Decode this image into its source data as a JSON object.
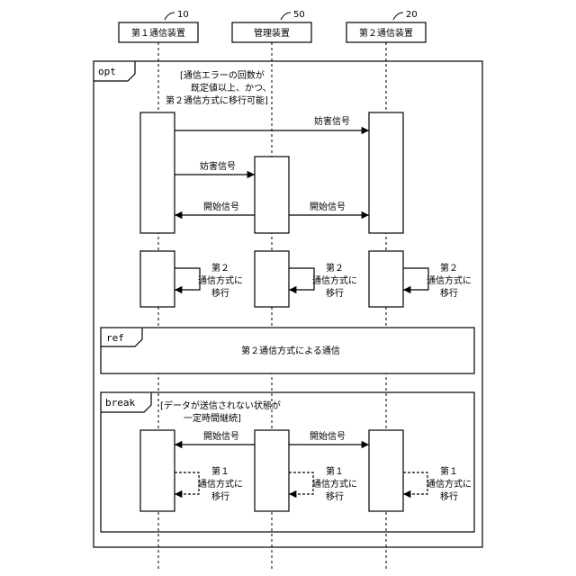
{
  "participants": [
    {
      "id": "p1",
      "label": "第１通信装置",
      "ref": "10"
    },
    {
      "id": "p2",
      "label": "管理装置",
      "ref": "50"
    },
    {
      "id": "p3",
      "label": "第２通信装置",
      "ref": "20"
    }
  ],
  "fragments": {
    "opt": {
      "op": "opt",
      "guard": [
        "[通信エラーの回数が",
        "既定値以上、かつ、",
        "第２通信方式に移行可能]"
      ]
    },
    "ref": {
      "op": "ref",
      "text": "第２通信方式による通信"
    },
    "break": {
      "op": "break",
      "guard": [
        "[データが送信されない状態が",
        "一定時間継続]"
      ]
    }
  },
  "messages": {
    "interference": "妨害信号",
    "start": "開始信号"
  },
  "self_calls": {
    "second": [
      "第２",
      "通信方式に",
      "移行"
    ],
    "first": [
      "第１",
      "通信方式に",
      "移行"
    ]
  }
}
